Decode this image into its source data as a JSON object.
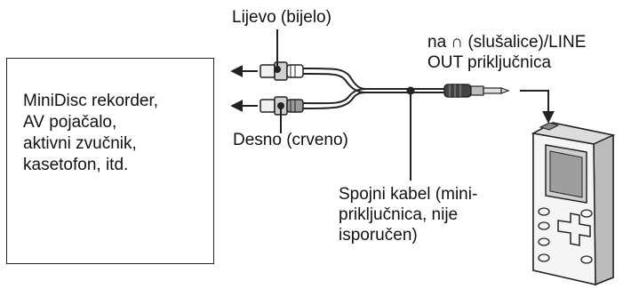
{
  "device_box": {
    "text": "MiniDisc rekorder,\nAV pojačalo,\naktivni zvučnik,\nkasetofon, itd."
  },
  "labels": {
    "left_channel": "Lijevo (bijelo)",
    "right_channel": "Desno (crveno)",
    "output": "na ∩ (slušalice)/LINE\nOUT priključnica",
    "cable": "Spojni kabel (mini-\npriključnica, nije\nisporučen)"
  }
}
